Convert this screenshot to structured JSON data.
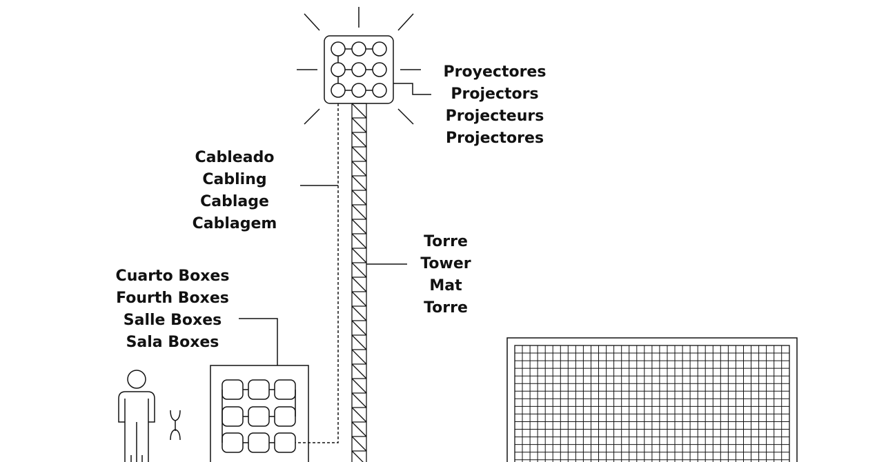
{
  "labels": {
    "projectors": [
      "Proyectores",
      "Projectors",
      "Projecteurs",
      "Projectores"
    ],
    "cabling": [
      "Cableado",
      "Cabling",
      "Cablage",
      "Cablagem"
    ],
    "tower": [
      "Torre",
      "Tower",
      "Mat",
      "Torre"
    ],
    "boxes": [
      "Cuarto Boxes",
      "Fourth Boxes",
      "Salle Boxes",
      "Sala Boxes"
    ]
  },
  "colors": {
    "line": "#111111",
    "background": "#ffffff"
  }
}
